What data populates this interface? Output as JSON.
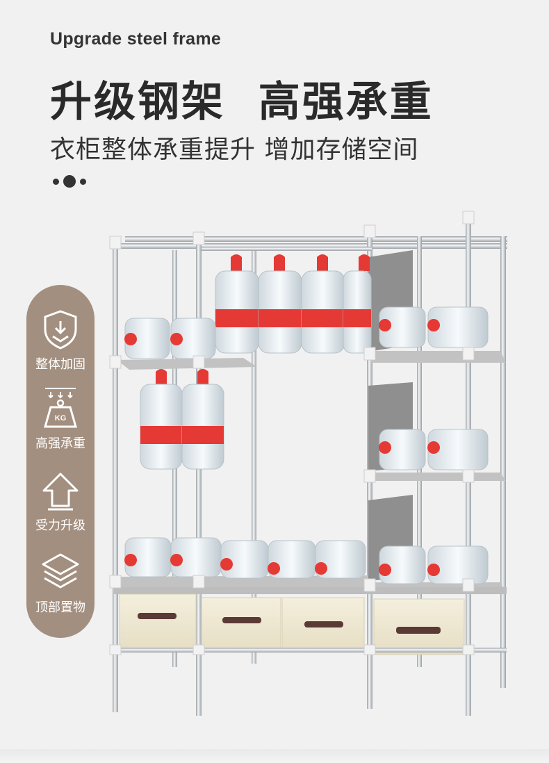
{
  "header": {
    "subtitle_en": "Upgrade steel frame",
    "headline": "升级钢架  高强承重",
    "tagline": "衣柜整体承重提升 增加存储空间"
  },
  "features": [
    {
      "label": "整体加固",
      "icon": "shield-down-arrow-icon"
    },
    {
      "label": "高强承重",
      "icon": "kg-weight-icon",
      "icon_text": "KG"
    },
    {
      "label": "受力升级",
      "icon": "up-arrow-house-icon"
    },
    {
      "label": "顶部置物",
      "icon": "stacked-layers-icon"
    }
  ],
  "colors": {
    "panel": "#a38f7f",
    "headline": "#2a2a2a",
    "frame": "#c9cdd0",
    "shelf": "#b9b9b9",
    "drawer": "#efe8d3",
    "cap": "#e53935"
  }
}
